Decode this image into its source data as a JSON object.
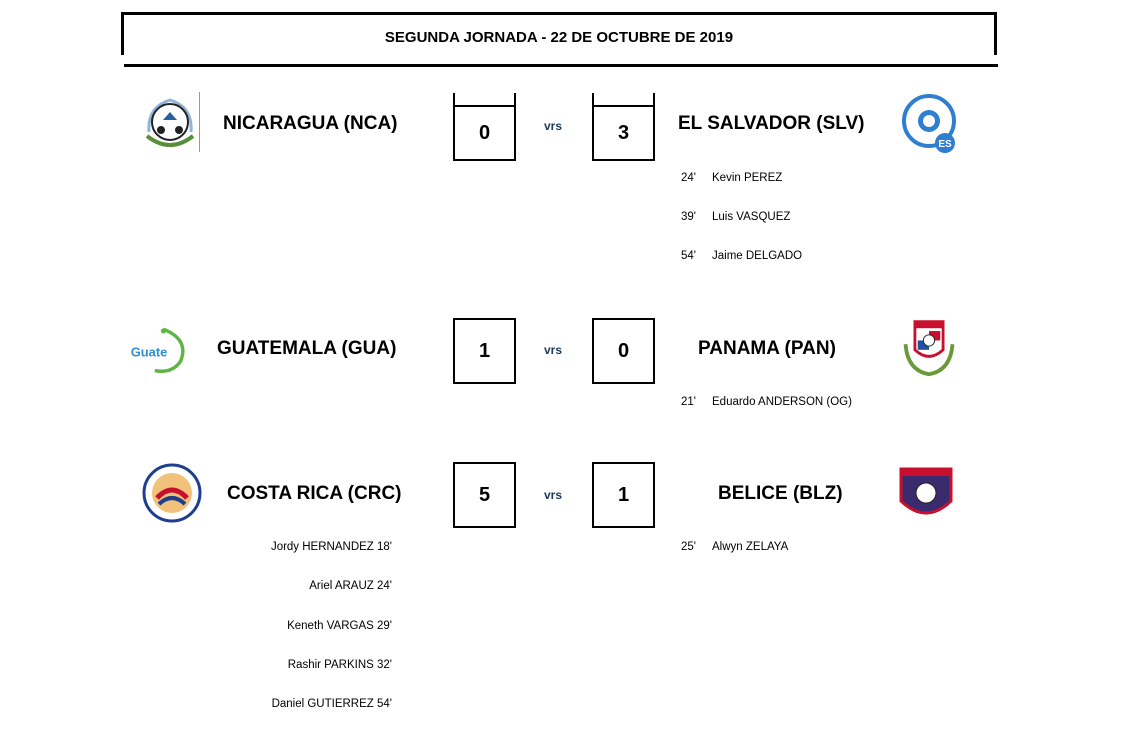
{
  "title": "SEGUNDA JORNADA - 22 DE OCTUBRE DE 2019",
  "vs_label": "vrs",
  "matches": [
    {
      "home": "NICARAGUA (NCA)",
      "away": "EL SALVADOR (SLV)",
      "home_score": "0",
      "away_score": "3",
      "home_scorers": [],
      "away_scorers": [
        {
          "min": "24'",
          "name": "Kevin PEREZ"
        },
        {
          "min": "39'",
          "name": "Luis VASQUEZ"
        },
        {
          "min": "54'",
          "name": "Jaime DELGADO"
        }
      ]
    },
    {
      "home": "GUATEMALA (GUA)",
      "away": "PANAMA (PAN)",
      "home_score": "1",
      "away_score": "0",
      "home_scorers": [],
      "away_scorers": [
        {
          "min": "21'",
          "name": "Eduardo ANDERSON (OG)"
        }
      ]
    },
    {
      "home": "COSTA RICA (CRC)",
      "away": "BELICE (BLZ)",
      "home_score": "5",
      "away_score": "1",
      "home_scorers": [
        {
          "text": "Jordy HERNANDEZ  18'"
        },
        {
          "text": "Ariel ARAUZ  24'"
        },
        {
          "text": "Keneth VARGAS  29'"
        },
        {
          "text": "Rashir PARKINS  32'"
        },
        {
          "text": "Daniel GUTIERREZ  54'"
        }
      ],
      "away_scorers": [
        {
          "min": "25'",
          "name": "Alwyn ZELAYA"
        }
      ]
    }
  ],
  "logo_text": {
    "guate": "Guate",
    "es": "ES"
  }
}
